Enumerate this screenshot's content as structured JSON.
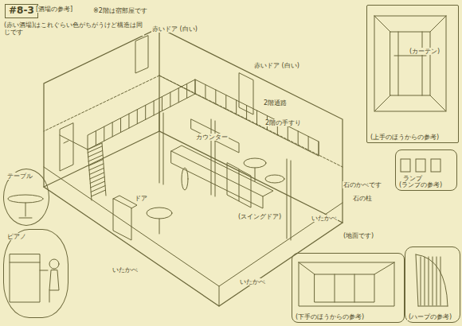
{
  "diagram": {
    "nodes": [
      {
        "text": [
          "#8-3"
        ]
      },
      {
        "text": [
          "テーブル"
        ]
      },
      {
        "text": [
          "ピアノ"
        ]
      },
      {
        "text": [
          "(上手のほうからの参考)"
        ]
      },
      {
        "text": [
          "(ランプの参考)"
        ]
      },
      {
        "text": [
          "(下手のほうからの参考)"
        ]
      },
      {
        "text": [
          "(ハープの参考)"
        ]
      }
    ],
    "labels": [
      "[酒場の参考]",
      "※2階は宿部屋です",
      "(赤い酒場)はこれぐらい色がちがうけど構造は同じです",
      "赤いドア (白い)",
      "赤いドア (白い)",
      "2階の手すり",
      "カウンター",
      "(スイングドア)",
      "いたかべ",
      "いたかべ",
      "いたかべ",
      "(地面です)",
      "石の柱",
      "石のかべです",
      "ドア",
      "(カーテン)",
      "2階通路",
      "ランプ"
    ]
  }
}
